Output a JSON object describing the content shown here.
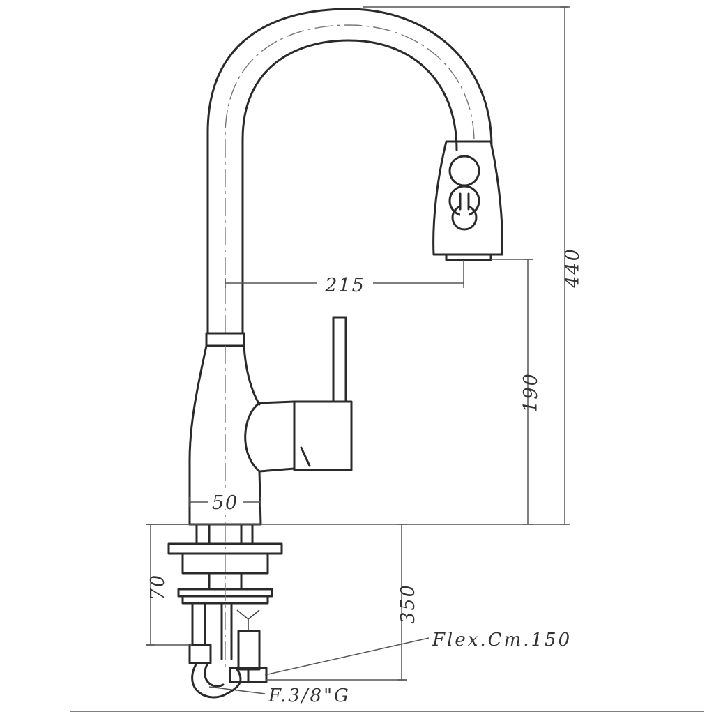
{
  "dimensions": {
    "total_height": "440",
    "spout_reach": "215",
    "spout_outlet_height": "190",
    "body_diameter": "50",
    "shank_length": "70",
    "hose_length": "350"
  },
  "notes": {
    "flex_hose": "Flex.Cm.150",
    "connection": "F.3/8\"G"
  }
}
